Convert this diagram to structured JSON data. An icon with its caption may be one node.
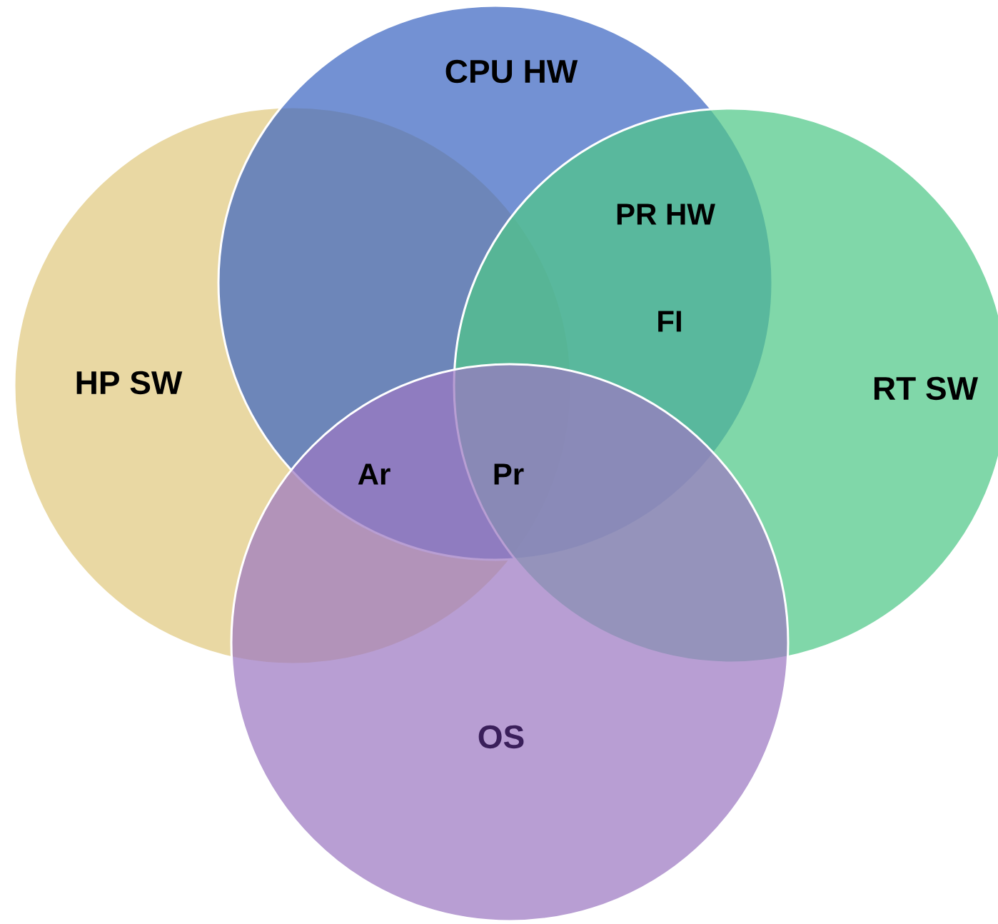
{
  "diagram": {
    "nodes": [
      {
        "text": [
          "HP SW"
        ]
      },
      {
        "text": [
          "CPU HW"
        ]
      },
      {
        "text": [
          "RT SW"
        ]
      },
      {
        "text": [
          "OS"
        ]
      }
    ],
    "labels": [
      "PR HW",
      "FI",
      "Ar",
      "Pr"
    ]
  }
}
